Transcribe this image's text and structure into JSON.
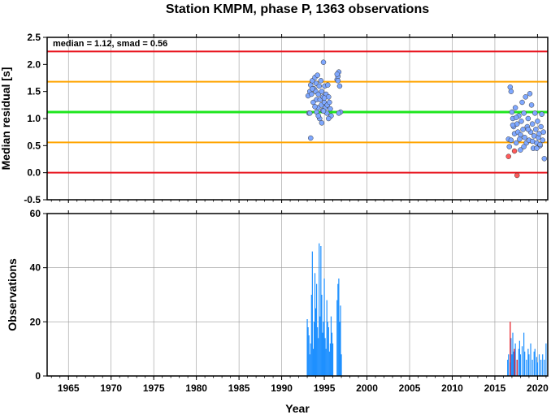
{
  "chart_data": [
    {
      "type": "scatter",
      "title": "Station KMPM, phase P, 1363 observations",
      "ylabel": "Median residual [s]",
      "annotation": "median = 1.12, smad = 0.56",
      "xlim": [
        1962.5,
        2021.2
      ],
      "ylim": [
        -0.5,
        2.5
      ],
      "yticks": [
        "-0.5",
        "0.0",
        "0.5",
        "1.0",
        "1.5",
        "2.0",
        "2.5"
      ],
      "grid": true,
      "reference_lines": [
        {
          "y": 2.24,
          "color": "#e8141e"
        },
        {
          "y": 1.68,
          "color": "#ffa500"
        },
        {
          "y": 1.12,
          "color": "#1ee61e"
        },
        {
          "y": 0.56,
          "color": "#ffa500"
        },
        {
          "y": 0.0,
          "color": "#e8141e"
        }
      ],
      "series": [
        {
          "color": "#7fa8ff",
          "x": [
            1993.1,
            1993.2,
            1993.3,
            1993.4,
            1993.5,
            1993.6,
            1993.7,
            1993.8,
            1993.9,
            1994.0,
            1994.05,
            1994.1,
            1994.2,
            1994.25,
            1994.3,
            1994.4,
            1994.45,
            1994.5,
            1994.6,
            1994.65,
            1994.7,
            1994.8,
            1994.85,
            1994.9,
            1995.0,
            1995.05,
            1995.1,
            1995.2,
            1995.3,
            1995.35,
            1995.4,
            1995.5,
            1995.6,
            1995.7,
            1995.8,
            1993.4,
            1993.6,
            1994.1,
            1994.7,
            1995.0,
            1996.5,
            1996.6,
            1996.7,
            1996.8,
            1996.9,
            1996.5,
            1996.6,
            1996.7,
            1993.3,
            1993.9,
            1994.3,
            1994.9,
            1995.5,
            2016.6,
            2016.7,
            2016.8,
            2016.9,
            2017.0,
            2017.1,
            2017.2,
            2017.3,
            2017.4,
            2017.5,
            2017.6,
            2017.7,
            2017.8,
            2017.9,
            2018.0,
            2018.1,
            2018.2,
            2018.3,
            2018.4,
            2018.5,
            2018.6,
            2018.7,
            2018.8,
            2018.9,
            2019.0,
            2019.1,
            2019.2,
            2019.3,
            2019.4,
            2019.5,
            2019.6,
            2019.7,
            2019.8,
            2019.9,
            2020.0,
            2020.1,
            2020.2,
            2020.3,
            2020.4,
            2020.5,
            2020.6,
            2020.7,
            2020.8,
            2016.9,
            2017.1,
            2017.5,
            2018.0,
            2018.4,
            2018.9,
            2019.4,
            2019.9,
            2020.3
          ],
          "y": [
            1.42,
            1.1,
            1.5,
            1.62,
            1.45,
            1.7,
            1.3,
            1.55,
            1.76,
            1.5,
            1.65,
            1.35,
            1.8,
            1.2,
            1.45,
            1.6,
            1.0,
            1.35,
            1.7,
            1.25,
            1.5,
            1.15,
            1.4,
            2.04,
            1.3,
            1.6,
            1.2,
            1.45,
            1.1,
            1.25,
            1.62,
            1.4,
            1.3,
            1.18,
            1.05,
            0.64,
            1.55,
            1.12,
            0.92,
            1.38,
            1.72,
            1.78,
            1.86,
            1.6,
            1.12,
            1.82,
            1.7,
            1.1,
            1.1,
            1.22,
            1.05,
            1.14,
            1.0,
            0.62,
            0.48,
            1.58,
            1.5,
            1.12,
            1.0,
            0.85,
            0.72,
            1.2,
            0.55,
            0.9,
            0.75,
            1.05,
            0.62,
            0.42,
            0.95,
            1.3,
            0.8,
            1.1,
            0.65,
            1.4,
            0.55,
            0.85,
            1.0,
            0.6,
            1.46,
            0.75,
            1.25,
            0.9,
            0.45,
            0.68,
            1.1,
            0.8,
            0.55,
            0.95,
            0.65,
            0.72,
            0.5,
            0.85,
            1.08,
            0.6,
            0.75,
            0.26,
            0.6,
            0.88,
            1.02,
            0.7,
            0.48,
            0.8,
            0.58,
            0.45,
            0.52
          ]
        },
        {
          "color": "#ff5a5a",
          "x": [
            2016.6,
            2017.3,
            2017.6
          ],
          "y": [
            0.3,
            0.4,
            -0.05
          ]
        }
      ]
    },
    {
      "type": "bar",
      "xlabel": "Year",
      "ylabel": "Observations",
      "xlim": [
        1962.5,
        2021.2
      ],
      "ylim": [
        0,
        60
      ],
      "xticks": [
        "1965",
        "1970",
        "1975",
        "1980",
        "1985",
        "1990",
        "1995",
        "2000",
        "2005",
        "2010",
        "2015",
        "2020"
      ],
      "yticks": [
        "0",
        "20",
        "40",
        "60"
      ],
      "grid": true,
      "series": [
        {
          "color": "#1e90ff",
          "x": [
            1993.0,
            1993.1,
            1993.2,
            1993.3,
            1993.4,
            1993.5,
            1993.6,
            1993.7,
            1993.8,
            1993.9,
            1994.0,
            1994.1,
            1994.2,
            1994.3,
            1994.4,
            1994.5,
            1994.6,
            1994.7,
            1994.8,
            1994.9,
            1995.0,
            1995.1,
            1995.2,
            1995.3,
            1995.4,
            1995.5,
            1995.6,
            1995.7,
            1995.8,
            1995.9,
            1996.0,
            1996.5,
            1996.6,
            1996.7,
            1996.8,
            1996.9,
            1997.0,
            2016.5,
            2016.6,
            2016.8,
            2016.9,
            2017.0,
            2017.1,
            2017.2,
            2017.4,
            2017.6,
            2017.8,
            2017.9,
            2018.0,
            2018.2,
            2018.4,
            2018.5,
            2018.7,
            2018.9,
            2019.0,
            2019.2,
            2019.4,
            2019.6,
            2019.7,
            2019.9,
            2020.0,
            2020.2,
            2020.4,
            2020.6,
            2020.8,
            2021.0
          ],
          "values": [
            21,
            18,
            15,
            8,
            12,
            30,
            46,
            10,
            20,
            38,
            25,
            34,
            18,
            14,
            49,
            22,
            48,
            30,
            16,
            20,
            36,
            14,
            10,
            28,
            20,
            18,
            9,
            12,
            22,
            16,
            12,
            28,
            34,
            36,
            20,
            26,
            8,
            6,
            8,
            5,
            14,
            8,
            16,
            9,
            12,
            6,
            10,
            13,
            8,
            11,
            16,
            9,
            6,
            10,
            8,
            12,
            6,
            9,
            10,
            7,
            5,
            8,
            6,
            8,
            6,
            12
          ]
        },
        {
          "color": "#e8141e",
          "x": [
            2016.8,
            2017.3,
            2017.6
          ],
          "values": [
            20,
            10,
            6
          ]
        }
      ]
    }
  ]
}
